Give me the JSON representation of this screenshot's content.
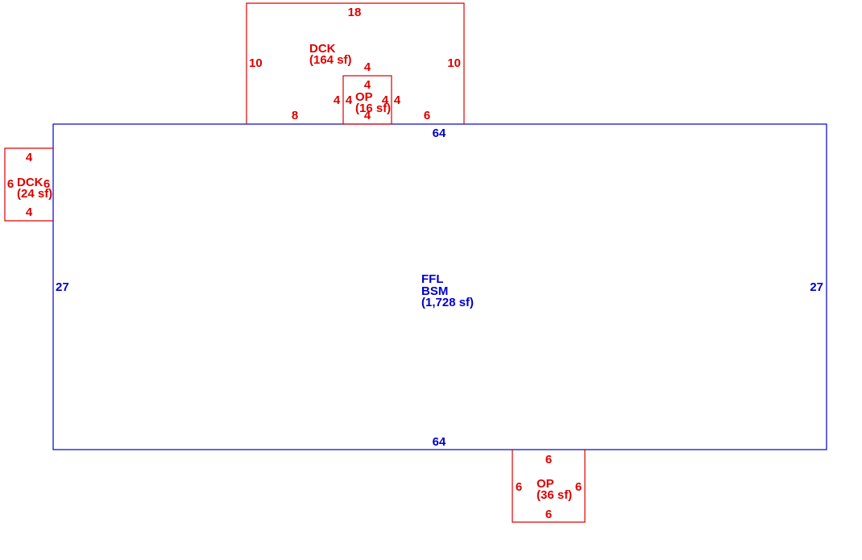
{
  "colors": {
    "main": "#0000cc",
    "addition": "#dd0000"
  },
  "main_area": {
    "line1": "FFL",
    "line2": "BSM",
    "line3": "(1,728 sf)",
    "dims": {
      "top": "64",
      "bottom": "64",
      "left": "27",
      "right": "27"
    }
  },
  "deck_large": {
    "name": "DCK",
    "area": "(164 sf)",
    "dims": {
      "top": "18",
      "left": "10",
      "right": "10",
      "bottom_left": "8",
      "bottom_right": "6",
      "notch_top": "4"
    }
  },
  "porch_small": {
    "name": "OP",
    "area": "(16 sf)",
    "dims": {
      "top": "4",
      "bottom": "4",
      "left_outer": "4",
      "left_inner": "4",
      "right_inner": "4",
      "right_outer": "4"
    }
  },
  "deck_small": {
    "name": "DCK",
    "area": "(24 sf)",
    "dims": {
      "top": "4",
      "bottom": "4",
      "left": "6",
      "right": "6"
    }
  },
  "porch_large": {
    "name": "OP",
    "area": "(36 sf)",
    "dims": {
      "top": "6",
      "bottom": "6",
      "left": "6",
      "right": "6"
    }
  }
}
